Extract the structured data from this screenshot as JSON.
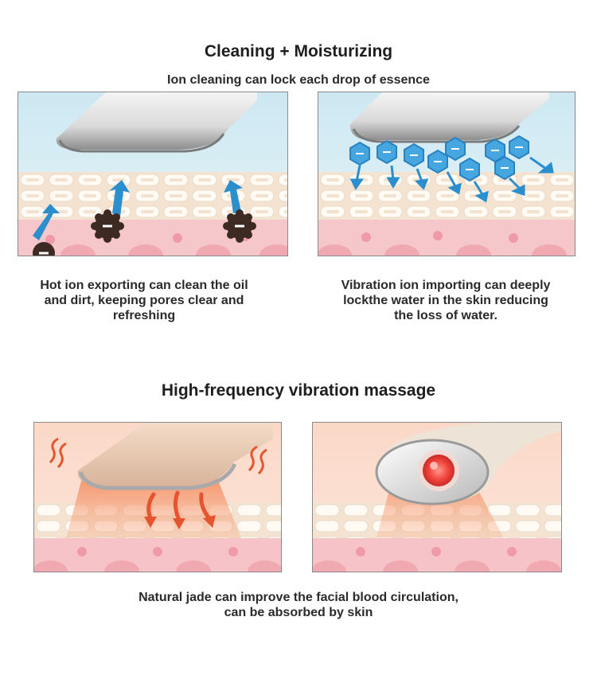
{
  "section1": {
    "title": "Cleaning + Moisturizing",
    "subtitle": "Ion cleaning can lock each drop of essence",
    "caption_left": [
      "Hot ion exporting can clean the oil",
      "and dirt, keeping pores clear and",
      "refreshing"
    ],
    "caption_right": [
      "Vibration ion importing can deeply",
      "lockthe water in the skin  reducing",
      "the loss of water."
    ]
  },
  "section2": {
    "title": "High-frequency vibration massage",
    "caption": [
      "Natural jade can improve the facial blood circulation,",
      "can be absorbed by skin"
    ]
  },
  "colors": {
    "sky": "#cfeaf3",
    "skin_top": "#f3e6d6",
    "cell": "#ffffff",
    "dermis": "#f6c9cc",
    "arrow_blue": "#2b8fce",
    "ion_blue": "#3fa3df",
    "warm_glow": "#f7a277",
    "red_arrow": "#e6532f"
  },
  "icons": [
    "device-head-icon",
    "dirt-particle-icon",
    "water-ion-icon",
    "heat-wave-icon",
    "red-light-icon"
  ]
}
